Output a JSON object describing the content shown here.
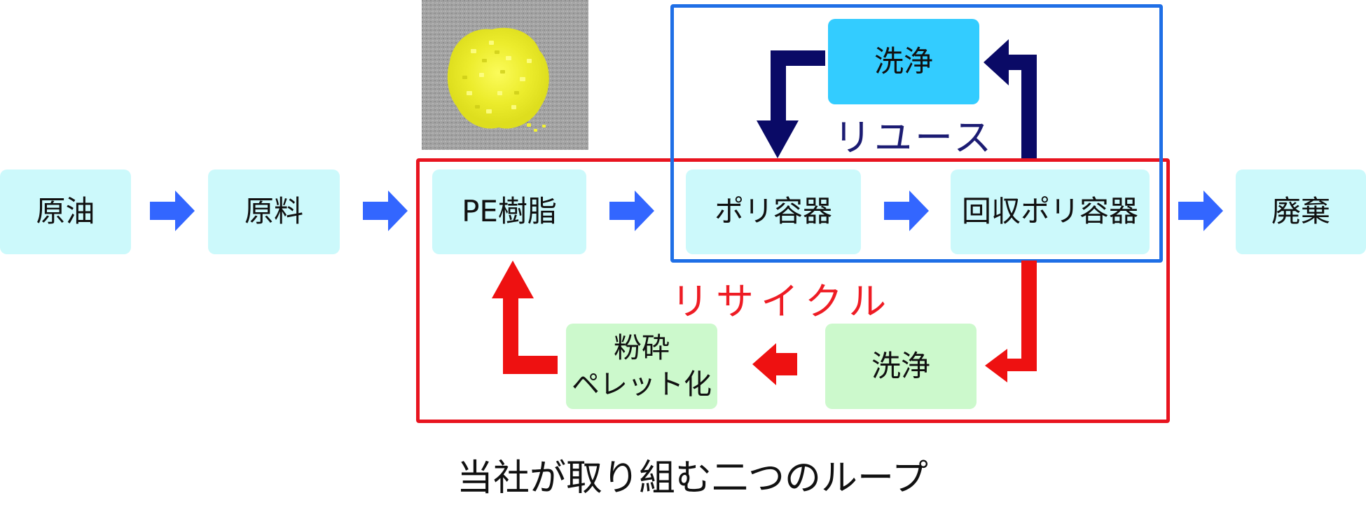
{
  "title": "当社が取り組む二つのループ",
  "nodes": {
    "crude_oil": "原油",
    "feedstock": "原料",
    "pe_resin": "PE樹脂",
    "poly_container": "ポリ容器",
    "collected_container": "回収ポリ容器",
    "disposal": "廃棄",
    "wash_reuse": "洗浄",
    "wash_recycle": "洗浄",
    "crush_line1": "粉砕",
    "crush_line2": "ペレット化"
  },
  "loops": {
    "reuse": "リユース",
    "recycle": "リサイクル"
  },
  "colors": {
    "flow_arrow": "#3366ff",
    "reuse_arrow": "#0a0a66",
    "recycle_arrow": "#ee1111",
    "reuse_box": "#1f6fe6",
    "recycle_box": "#e8141f",
    "node_cyan": "#ccf9fb",
    "node_green": "#ccf9cc",
    "wash_top": "#33ccff",
    "pellets": "#f2f232"
  }
}
